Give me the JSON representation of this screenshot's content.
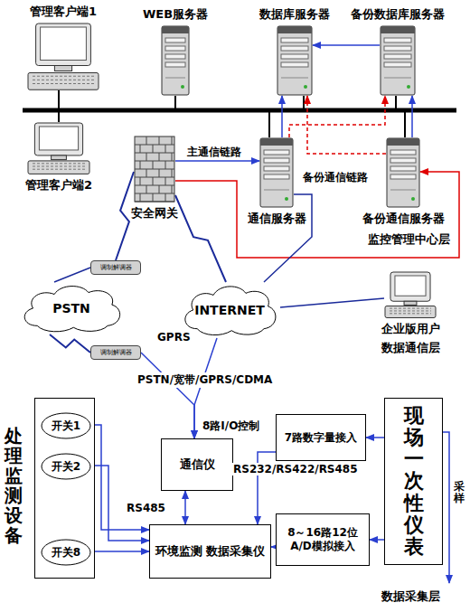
{
  "diagram": {
    "nodes": [
      {
        "text": [
          "管理客户端1"
        ]
      },
      {
        "text": [
          "WEB服务器"
        ]
      },
      {
        "text": [
          "数据库服务器"
        ]
      },
      {
        "text": [
          "备份数据库服务器"
        ]
      },
      {
        "text": [
          "管理客户端2"
        ]
      },
      {
        "text": [
          "安全网关"
        ]
      },
      {
        "text": [
          "通信服务器"
        ]
      },
      {
        "text": [
          "备份通信服务器"
        ]
      },
      {
        "text": [
          "PSTN"
        ]
      },
      {
        "text": [
          "INTERNET"
        ]
      },
      {
        "text": [
          "调制解调器"
        ]
      },
      {
        "text": [
          "调制解调器"
        ]
      },
      {
        "text": [
          "企业版用户"
        ]
      },
      {
        "text": [
          "处理监测设备"
        ]
      },
      {
        "text": [
          "开关1"
        ],
        "in": 13
      },
      {
        "text": [
          "开关2"
        ],
        "in": 13
      },
      {
        "text": [
          "开关8"
        ],
        "in": 13
      },
      {
        "text": [
          "通信仪"
        ]
      },
      {
        "text": [
          "7路数字量接入"
        ]
      },
      {
        "text": [
          "环境监测 数据采集仪"
        ]
      },
      {
        "text": [
          "8～16路12位 A/D模拟接入"
        ]
      },
      {
        "text": [
          "现场一次性仪表"
        ]
      }
    ],
    "edges": [
      {
        "from": 5,
        "to": 6,
        "arrow": "to",
        "label": "主通信链路"
      },
      {
        "from": 5,
        "to": 7,
        "arrow": "to",
        "label": "备份通信链路"
      },
      {
        "from": 6,
        "to": 2,
        "arrow": "to"
      },
      {
        "from": 6,
        "to": 3,
        "arrow": "to"
      },
      {
        "from": 7,
        "to": 3,
        "arrow": "to"
      },
      {
        "from": 7,
        "to": 2,
        "arrow": "to"
      },
      {
        "from": 3,
        "to": 2,
        "arrow": "to"
      },
      {
        "from": 5,
        "to": 9,
        "arrow": "none"
      },
      {
        "from": 5,
        "to": 10,
        "arrow": "none"
      },
      {
        "from": 10,
        "to": 8,
        "arrow": "none"
      },
      {
        "from": 8,
        "to": 11,
        "arrow": "none"
      },
      {
        "from": 11,
        "to": 17,
        "arrow": "to"
      },
      {
        "from": 9,
        "to": 17,
        "arrow": "to"
      },
      {
        "from": 9,
        "to": 12,
        "arrow": "none"
      },
      {
        "from": 9,
        "to": 6,
        "arrow": "none"
      },
      {
        "from": 14,
        "to": 19,
        "arrow": "to"
      },
      {
        "from": 15,
        "to": 19,
        "arrow": "to"
      },
      {
        "from": 16,
        "to": 19,
        "arrow": "to"
      },
      {
        "from": 17,
        "to": 19,
        "arrow": "both",
        "label": "RS485"
      },
      {
        "from": 18,
        "to": 19,
        "arrow": "to",
        "label": "RS232/RS422/RS485"
      },
      {
        "from": 20,
        "to": 19,
        "arrow": "to"
      },
      {
        "from": 21,
        "to": 18,
        "arrow": "to"
      },
      {
        "from": 21,
        "to": 20,
        "arrow": "to"
      }
    ],
    "labels": [
      "监控管理中心层",
      "GPRS",
      "数据通信层",
      "PSTN/宽带/GPRS/CDMA",
      "8路I/O控制",
      "采样",
      "数据采集层"
    ]
  }
}
